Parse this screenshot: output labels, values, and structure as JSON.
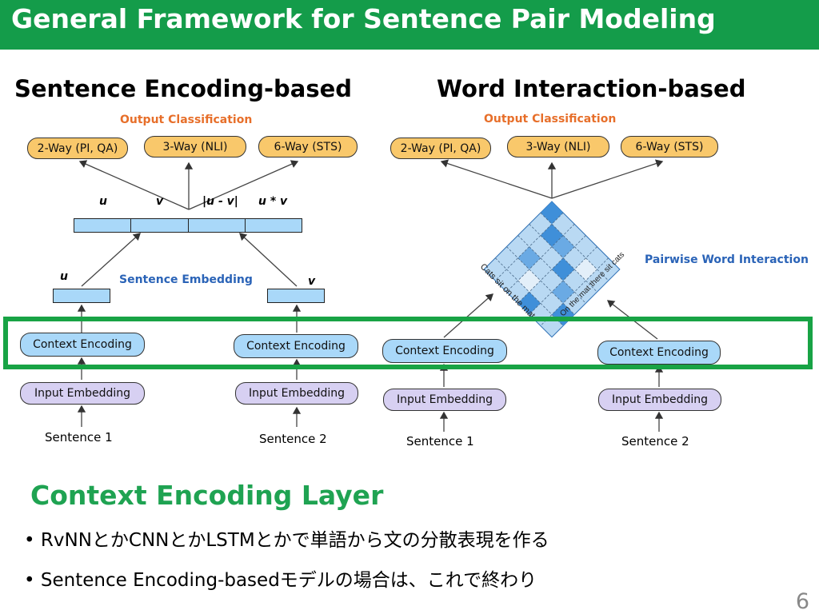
{
  "slide": {
    "title": "General Framework for Sentence Pair Modeling",
    "page_number": "6"
  },
  "left_panel": {
    "title": "Sentence Encoding-based",
    "output_label": "Output Classification",
    "outputs": [
      "2-Way (PI, QA)",
      "3-Way (NLI)",
      "6-Way (STS)"
    ],
    "combined_vector_labels": [
      "u",
      "v",
      "|u - v|",
      "u * v"
    ],
    "embedding_label": "Sentence Embedding",
    "vector_u_label": "u",
    "vector_v_label": "v",
    "context_encoding": [
      "Context Encoding",
      "Context Encoding"
    ],
    "input_embedding": [
      "Input Embedding",
      "Input Embedding"
    ],
    "sentences": [
      "Sentence 1",
      "Sentence 2"
    ]
  },
  "right_panel": {
    "title": "Word Interaction-based",
    "output_label": "Output Classification",
    "outputs": [
      "2-Way (PI, QA)",
      "3-Way (NLI)",
      "6-Way (STS)"
    ],
    "interaction_label": "Pairwise Word Interaction",
    "axis_words_left": "Cats  sit  on  the  mat",
    "axis_words_right": "On the mat there sit cats",
    "context_encoding": [
      "Context Encoding",
      "Context Encoding"
    ],
    "input_embedding": [
      "Input Embedding",
      "Input Embedding"
    ],
    "sentences": [
      "Sentence 1",
      "Sentence 2"
    ]
  },
  "section": {
    "heading": "Context Encoding Layer",
    "bullets": [
      "RvNNとかCNNとかLSTMとかで単語から文の分散表現を作る",
      "Sentence Encoding-basedモデルの場合は、これで終わり"
    ]
  },
  "colors": {
    "title_bar": "#149c4a",
    "highlight_box": "#18a345",
    "output_pill": "#f9c86b",
    "context_pill": "#a9d8f9",
    "input_pill": "#d7d0f2",
    "orange_text": "#e76f2a",
    "blue_text": "#2a63b7"
  }
}
